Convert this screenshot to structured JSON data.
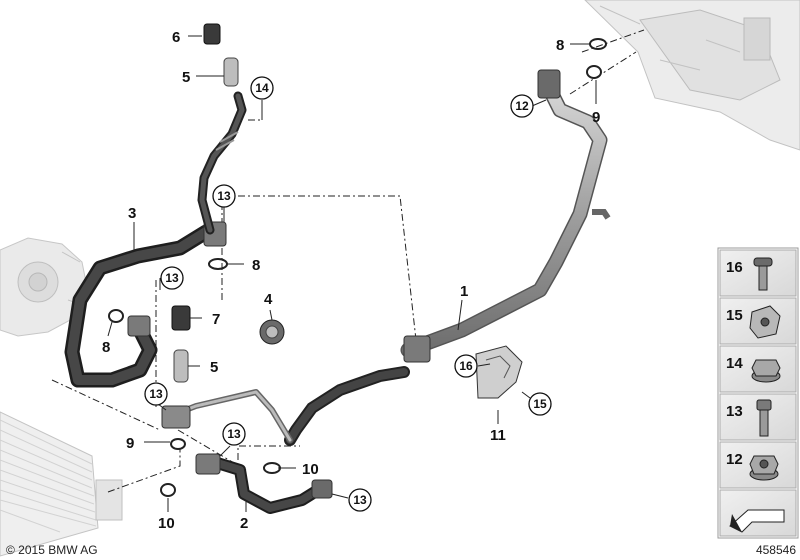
{
  "callouts": [
    {
      "n": "6",
      "circled": false
    },
    {
      "n": "5",
      "circled": false
    },
    {
      "n": "14",
      "circled": true
    },
    {
      "n": "13",
      "circled": true
    },
    {
      "n": "3",
      "circled": false
    },
    {
      "n": "8",
      "circled": false
    },
    {
      "n": "13",
      "circled": true
    },
    {
      "n": "8",
      "circled": false
    },
    {
      "n": "7",
      "circled": false
    },
    {
      "n": "4",
      "circled": false
    },
    {
      "n": "5",
      "circled": false
    },
    {
      "n": "13",
      "circled": true
    },
    {
      "n": "9",
      "circled": false
    },
    {
      "n": "13",
      "circled": true
    },
    {
      "n": "10",
      "circled": false
    },
    {
      "n": "10",
      "circled": false
    },
    {
      "n": "2",
      "circled": false
    },
    {
      "n": "13",
      "circled": true
    },
    {
      "n": "1",
      "circled": false
    },
    {
      "n": "16",
      "circled": true
    },
    {
      "n": "15",
      "circled": true
    },
    {
      "n": "11",
      "circled": false
    },
    {
      "n": "8",
      "circled": false
    },
    {
      "n": "12",
      "circled": true
    },
    {
      "n": "9",
      "circled": false
    }
  ],
  "parts_panel": [
    {
      "n": "16",
      "icon": "torx-bolt-icon"
    },
    {
      "n": "15",
      "icon": "clip-nut-icon"
    },
    {
      "n": "14",
      "icon": "hex-flange-nut-icon"
    },
    {
      "n": "13",
      "icon": "socket-bolt-icon"
    },
    {
      "n": "12",
      "icon": "collar-nut-icon"
    },
    {
      "n": "",
      "icon": "direction-arrow-icon"
    }
  ],
  "footer": {
    "copyright": "© 2015 BMW AG",
    "diagram_id": "458546"
  },
  "colors": {
    "hose_dark": "#3a3a3a",
    "pipe_metal": "#9a9a9a",
    "line": "#222222",
    "panel_bg": "#e6e6e6",
    "panel_border": "#9a9a9a"
  }
}
